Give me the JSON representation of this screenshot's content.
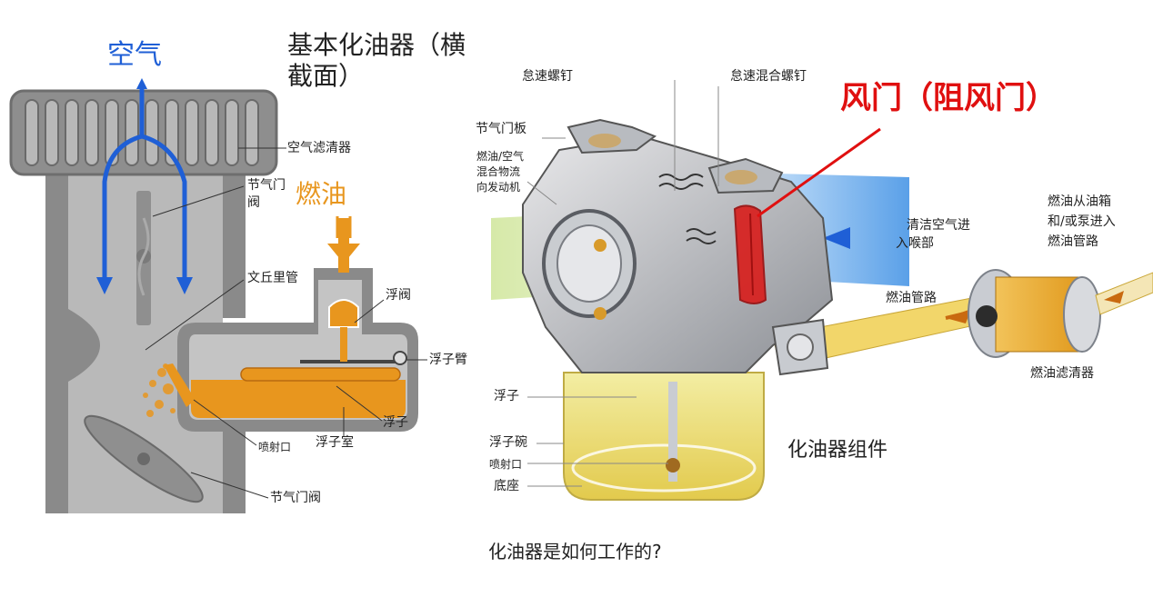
{
  "left": {
    "title_line1": "基本化油器（横",
    "title_line2": "截面）",
    "air": "空气",
    "fuel": "燃油",
    "labels": {
      "air_filter": "空气滤清器",
      "throttle_valve_top_1": "节气门",
      "throttle_valve_top_2": "阀",
      "venturi": "文丘里管",
      "float_valve": "浮阀",
      "float_arm": "浮子臂",
      "float": "浮子",
      "float_chamber": "浮子室",
      "jet": "喷射口",
      "throttle_valve_bottom": "节气门阀"
    }
  },
  "right": {
    "choke_title": "风门（阻风门）",
    "labels": {
      "idle_screw": "怠速螺钉",
      "idle_mix_screw": "怠速混合螺钉",
      "throttle_plate": "节气门板",
      "mixture_1": "燃油/空气",
      "mixture_2": "混合物流",
      "mixture_3": "向发动机",
      "clean_air_1": "清洁空气进",
      "clean_air_2": "入喉部",
      "fuel_src_1": "燃油从油箱",
      "fuel_src_2": "和/或泵进入",
      "fuel_src_3": "燃油管路",
      "fuel_line": "燃油管路",
      "fuel_filter": "燃油滤清器",
      "float": "浮子",
      "float_bowl": "浮子碗",
      "jet": "喷射口",
      "base": "底座",
      "assembly": "化油器组件"
    }
  },
  "caption": "化油器是如何工作的?",
  "colors": {
    "air_blue": "#1f5fd6",
    "fuel_orange": "#e8961e",
    "choke_red": "#e01010",
    "body_gray": "#8a8a8a"
  }
}
